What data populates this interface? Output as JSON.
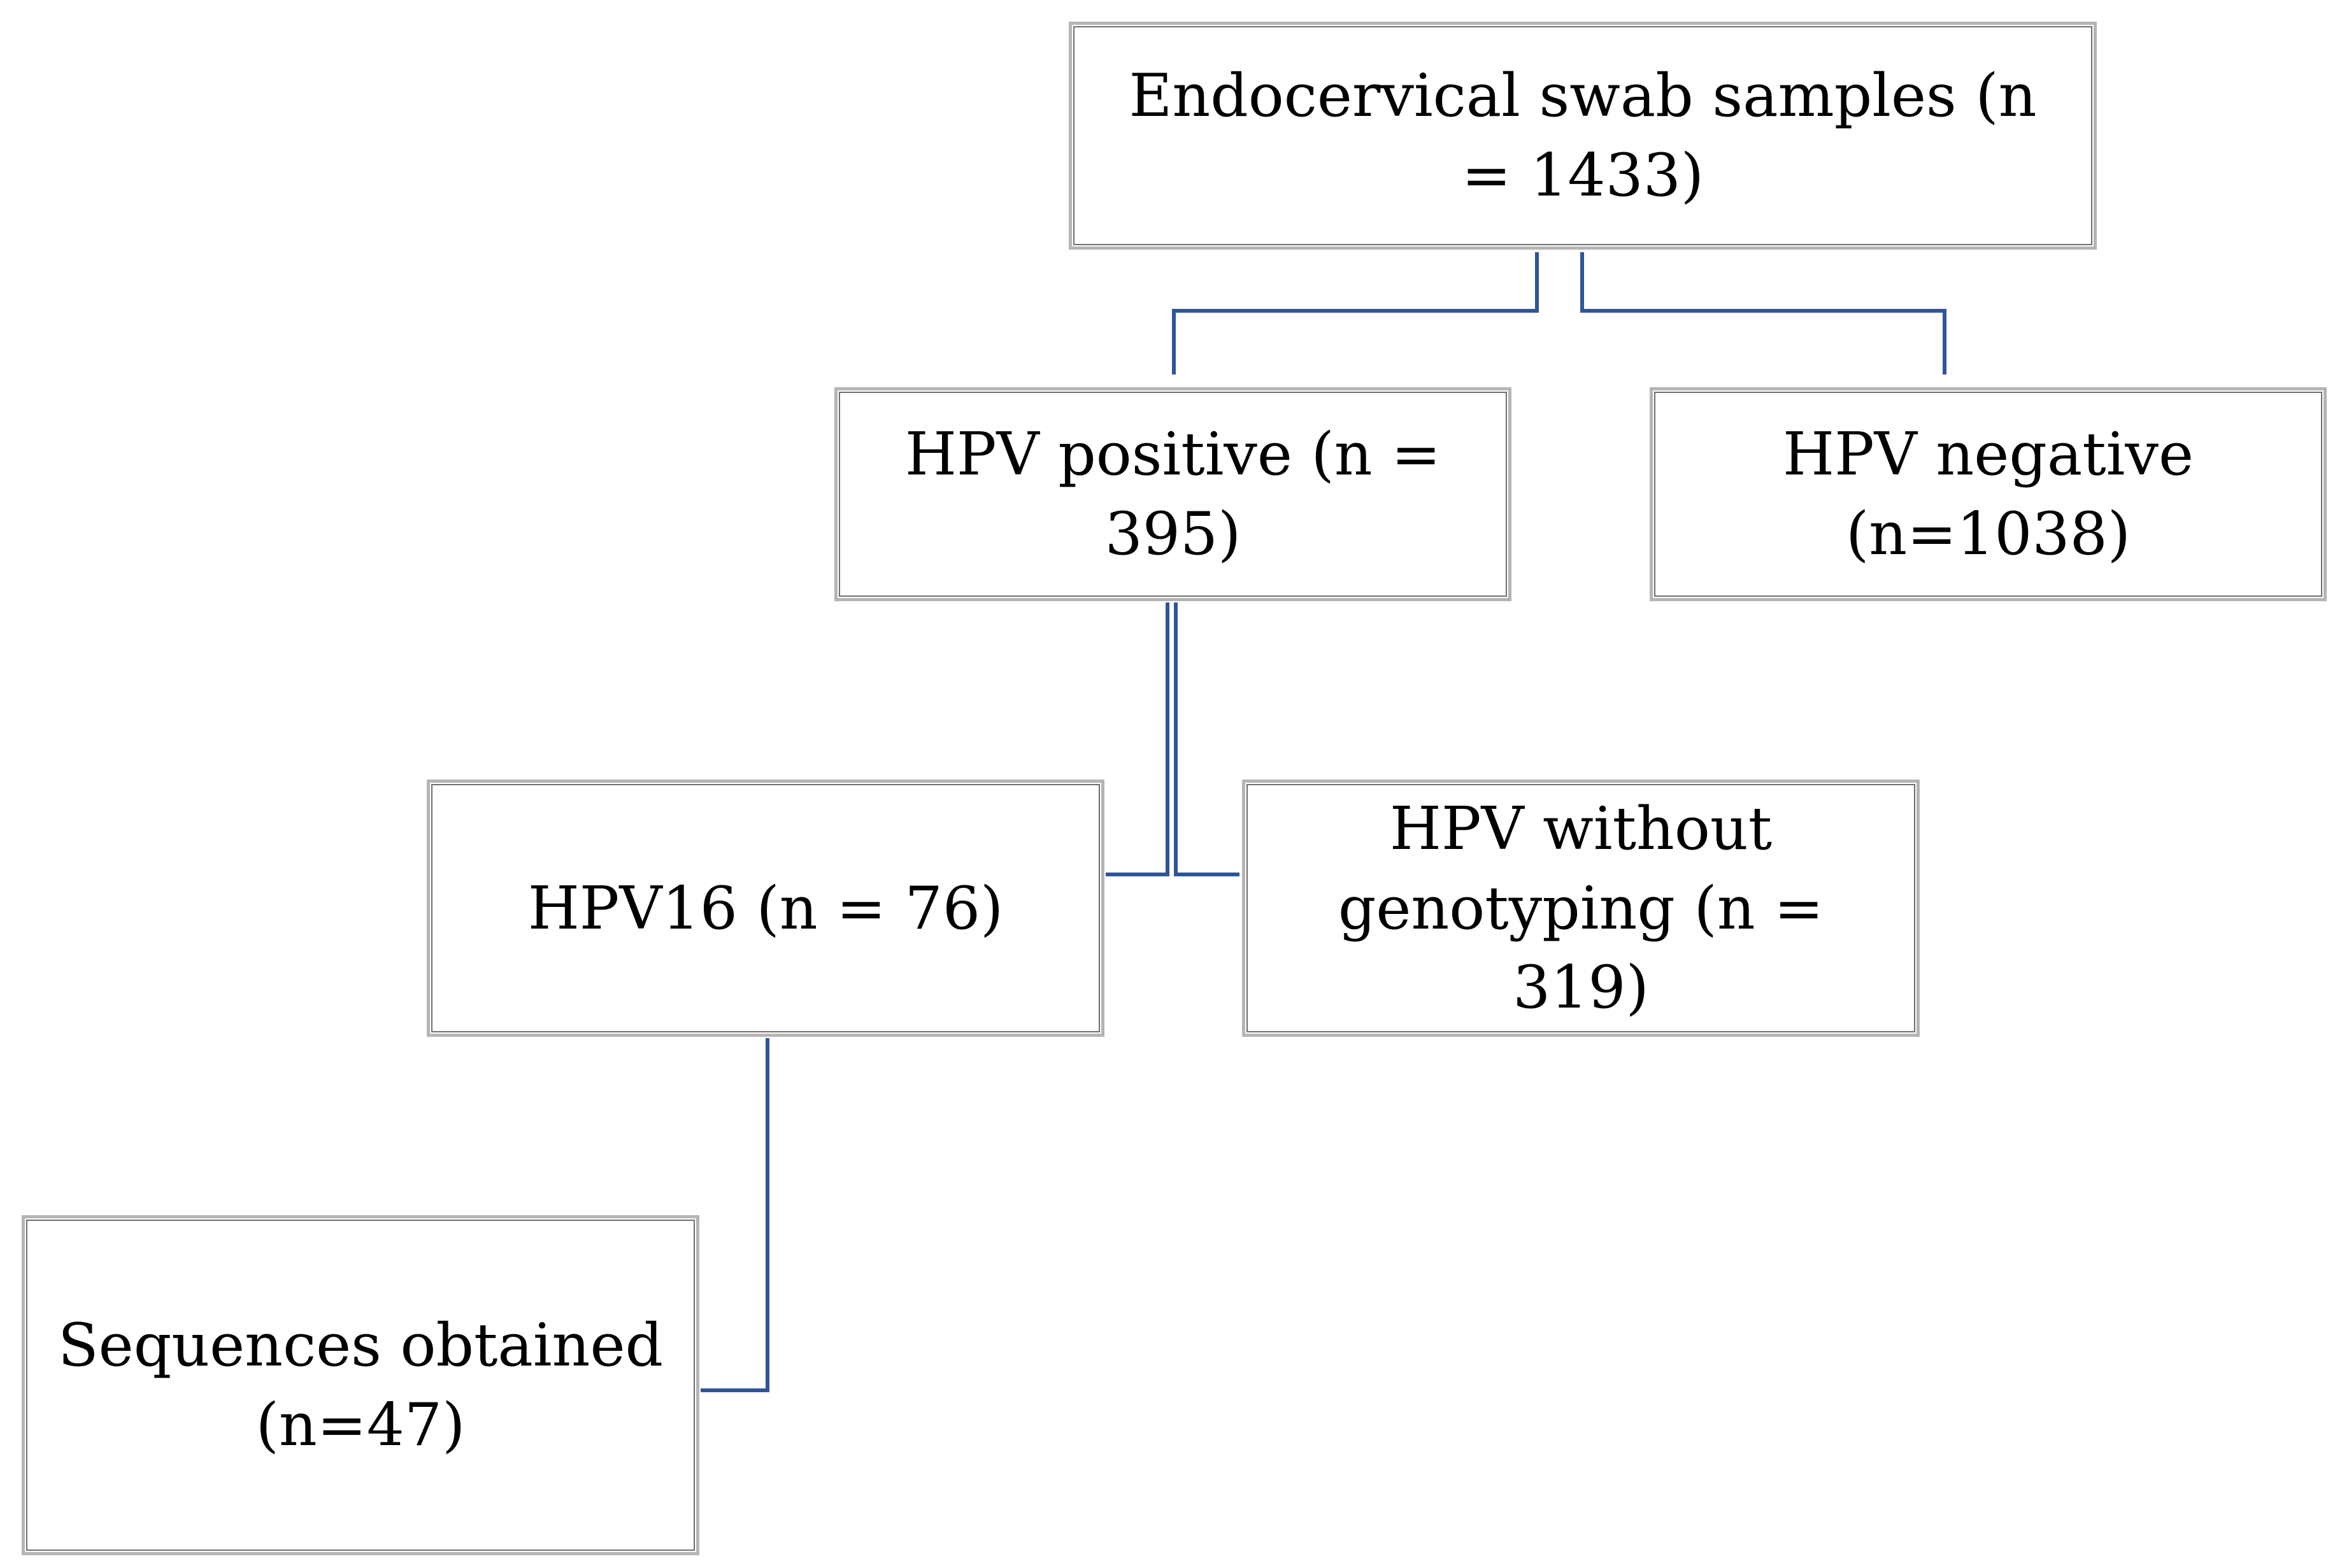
{
  "diagram": {
    "connector_color": "#2f5597",
    "border_color": "#b5b5b5",
    "nodes": {
      "total": {
        "label": "Endocervical swab samples (n = 1433)"
      },
      "positive": {
        "label": "HPV positive (n = 395)"
      },
      "negative": {
        "label": "HPV negative (n=1038)"
      },
      "hpv16": {
        "label": "HPV16 (n = 76)"
      },
      "no_genotyping": {
        "label": "HPV without genotyping (n = 319)"
      },
      "sequences": {
        "label": "Sequences obtained (n=47)"
      }
    }
  }
}
